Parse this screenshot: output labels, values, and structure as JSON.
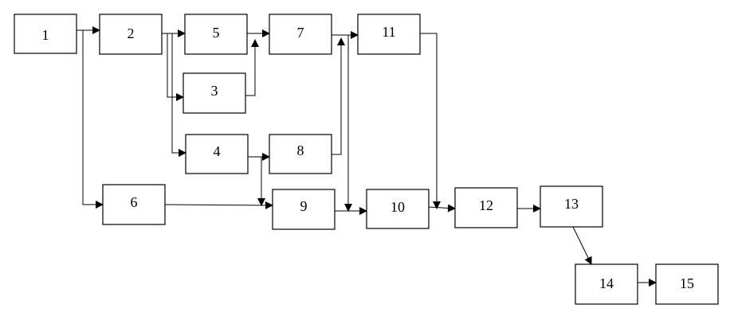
{
  "nodes": [
    {
      "id": "n1",
      "label": "1"
    },
    {
      "id": "n2",
      "label": "2"
    },
    {
      "id": "n3",
      "label": "3"
    },
    {
      "id": "n4",
      "label": "4"
    },
    {
      "id": "n5",
      "label": "5"
    },
    {
      "id": "n6",
      "label": "6"
    },
    {
      "id": "n7",
      "label": "7"
    },
    {
      "id": "n8",
      "label": "8"
    },
    {
      "id": "n9",
      "label": "9"
    },
    {
      "id": "n10",
      "label": "10"
    },
    {
      "id": "n11",
      "label": "11"
    },
    {
      "id": "n12",
      "label": "12"
    },
    {
      "id": "n13",
      "label": "13"
    },
    {
      "id": "n14",
      "label": "14"
    },
    {
      "id": "n15",
      "label": "15"
    }
  ],
  "edges": [
    {
      "from": "1",
      "to": "2"
    },
    {
      "from": "1",
      "to": "6"
    },
    {
      "from": "2",
      "to": "5"
    },
    {
      "from": "2",
      "to": "3"
    },
    {
      "from": "2",
      "to": "4"
    },
    {
      "from": "5",
      "to": "7"
    },
    {
      "from": "3",
      "to": "7"
    },
    {
      "from": "4",
      "to": "8"
    },
    {
      "from": "4",
      "to": "9"
    },
    {
      "from": "6",
      "to": "9"
    },
    {
      "from": "7",
      "to": "11"
    },
    {
      "from": "7",
      "to": "10"
    },
    {
      "from": "8",
      "to": "11"
    },
    {
      "from": "9",
      "to": "10"
    },
    {
      "from": "11",
      "to": "12"
    },
    {
      "from": "10",
      "to": "12"
    },
    {
      "from": "12",
      "to": "13"
    },
    {
      "from": "13",
      "to": "14"
    },
    {
      "from": "14",
      "to": "15"
    }
  ]
}
